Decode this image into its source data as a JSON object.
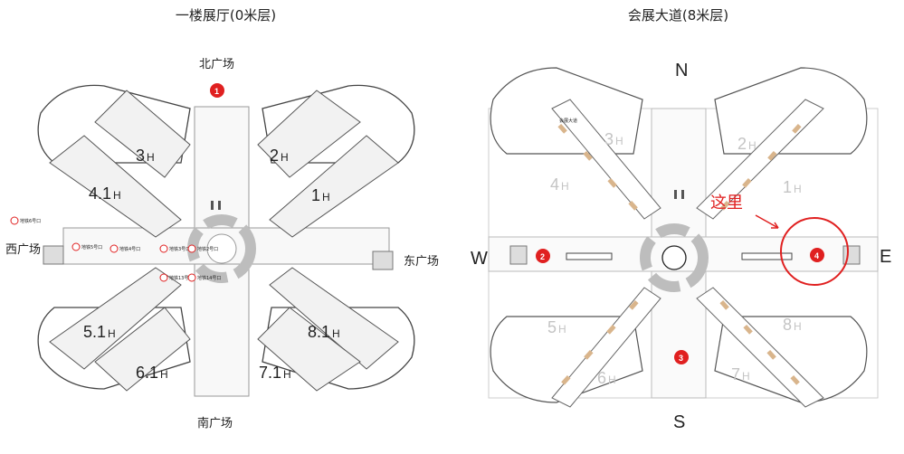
{
  "left": {
    "title": "一楼展厅(0米层)",
    "plazas": {
      "north": "北广场",
      "south": "南广场",
      "east": "东广场",
      "west": "西广场"
    },
    "halls": {
      "nw_top": "3",
      "nw_bottom": "4.1",
      "ne_top": "2",
      "ne_bottom": "1",
      "sw_top": "5.1",
      "sw_bottom": "6.1",
      "se_top": "8.1",
      "se_bottom": "7.1",
      "suffix": "H"
    },
    "markers": [
      "1"
    ],
    "metro_labels": [
      "地铁6号口",
      "地铁5号口",
      "地铁4号口",
      "地铁3号口",
      "地铁2号口",
      "地铁13号口",
      "地铁14号口"
    ]
  },
  "right": {
    "title": "会展大道(8米层)",
    "compass": {
      "n": "N",
      "s": "S",
      "e": "E",
      "w": "W"
    },
    "halls": {
      "nw_top": "3",
      "nw_bottom": "4",
      "ne_top": "2",
      "ne_bottom": "1",
      "sw_top": "5",
      "sw_bottom": "6",
      "se_top": "8",
      "se_bottom": "7",
      "suffix": "H"
    },
    "markers": [
      "2",
      "3",
      "4"
    ],
    "note": "这里",
    "walkway_text": "会展大道"
  },
  "colors": {
    "marker": "#e02020",
    "highlight": "#e02020",
    "hall_fill": "#f2f2f2",
    "ring": "#bdbdbd",
    "shop": "#d9b58c"
  }
}
